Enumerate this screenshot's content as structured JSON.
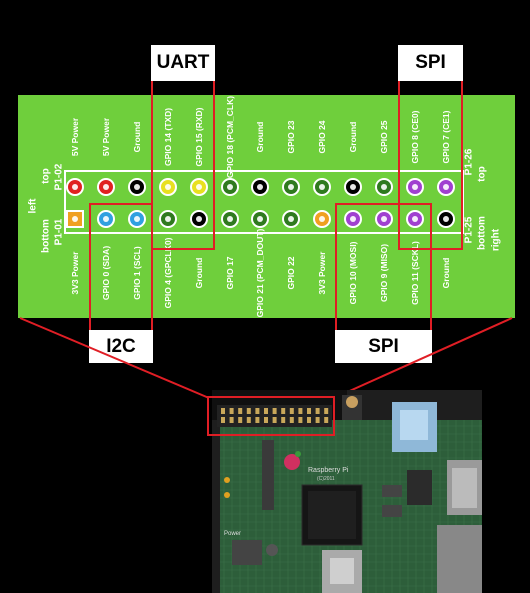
{
  "groups": {
    "uart": "UART",
    "spi_top": "SPI",
    "i2c": "I2C",
    "spi_bottom": "SPI"
  },
  "edge_labels": {
    "left_top": "top",
    "left_p102": "P1-02",
    "left_left": "left",
    "left_bottom": "bottom",
    "left_p101": "P1-01",
    "right_p126": "P1-26",
    "right_top": "top",
    "right_p125": "P1-25",
    "right_bottom": "bottom",
    "right_right": "right"
  },
  "top_row": [
    {
      "label": "5V Power",
      "color": "#e02020"
    },
    {
      "label": "5V Power",
      "color": "#e02020"
    },
    {
      "label": "Ground",
      "color": "#000000"
    },
    {
      "label": "GPIO 14 (TXD)",
      "color": "#e8e020"
    },
    {
      "label": "GPIO 15 (RXD)",
      "color": "#e8e020"
    },
    {
      "label": "GPIO 18 (PCM_CLK)",
      "color": "#2f7a1e"
    },
    {
      "label": "Ground",
      "color": "#000000"
    },
    {
      "label": "GPIO 23",
      "color": "#2f7a1e"
    },
    {
      "label": "GPIO 24",
      "color": "#2f7a1e"
    },
    {
      "label": "Ground",
      "color": "#000000"
    },
    {
      "label": "GPIO 25",
      "color": "#2f7a1e"
    },
    {
      "label": "GPIO 8 (CE0)",
      "color": "#a040d0"
    },
    {
      "label": "GPIO 7 (CE1)",
      "color": "#a040d0"
    }
  ],
  "bottom_row": [
    {
      "label": "3V3 Power",
      "color": "#f0a020",
      "square": true
    },
    {
      "label": "GPIO 0 (SDA)",
      "color": "#30a0e0"
    },
    {
      "label": "GPIO 1 (SCL)",
      "color": "#30a0e0"
    },
    {
      "label": "GPIO 4 (GPCLK0)",
      "color": "#2f7a1e"
    },
    {
      "label": "Ground",
      "color": "#000000"
    },
    {
      "label": "GPIO 17",
      "color": "#2f7a1e"
    },
    {
      "label": "GPIO 21 (PCM_DOUT)",
      "color": "#2f7a1e"
    },
    {
      "label": "GPIO 22",
      "color": "#2f7a1e"
    },
    {
      "label": "3V3 Power",
      "color": "#f0a020"
    },
    {
      "label": "GPIO 10 (MOSI)",
      "color": "#a040d0"
    },
    {
      "label": "GPIO 9 (MISO)",
      "color": "#a040d0"
    },
    {
      "label": "GPIO 11 (SCKL)",
      "color": "#a040d0"
    },
    {
      "label": "Ground",
      "color": "#000000"
    }
  ],
  "board": {
    "chip_text": "Raspberry Pi",
    "chip_sub": "(C)2011",
    "power_text": "Power"
  }
}
